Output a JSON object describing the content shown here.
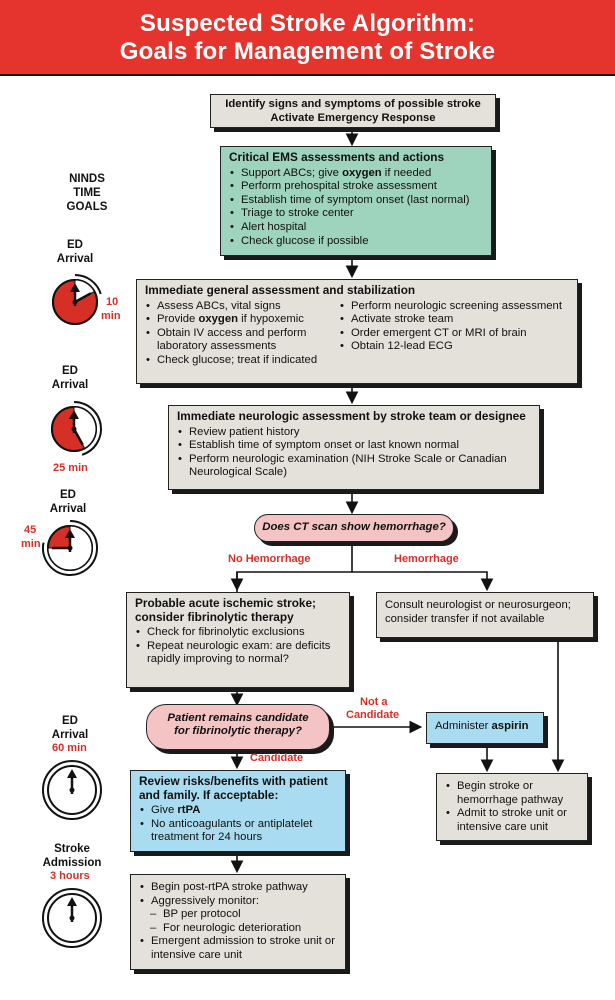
{
  "header": {
    "title_line1": "Suspected Stroke Algorithm:",
    "title_line2": "Goals for Management of Stroke"
  },
  "colors": {
    "header_red": "#e5342d",
    "label_red": "#d62f26",
    "box_gray": "#e4e1db",
    "box_green": "#9ed3bd",
    "box_blue": "#a9dcf0",
    "box_pink": "#f4c4c4"
  },
  "time_goals": {
    "heading_line1": "NINDS",
    "heading_line2": "TIME",
    "heading_line3": "GOALS",
    "c1": {
      "label1": "ED",
      "label2": "Arrival",
      "time1": "10",
      "time2": "min",
      "fill_fraction": 0.17
    },
    "c2": {
      "label1": "ED",
      "label2": "Arrival",
      "time": "25 min",
      "fill_fraction": 0.42
    },
    "c3": {
      "label1": "ED",
      "label2": "Arrival",
      "time1": "45",
      "time2": "min",
      "fill_fraction": 0.75
    },
    "c4": {
      "label1": "ED",
      "label2": "Arrival",
      "time": "60 min"
    },
    "c5": {
      "label1": "Stroke",
      "label2": "Admission",
      "time": "3 hours"
    }
  },
  "boxes": {
    "identify": {
      "line1": "Identify signs and symptoms of possible stroke",
      "line2": "Activate Emergency Response"
    },
    "ems": {
      "title": "Critical EMS assessments and actions",
      "items": {
        "i0_pre": "Support ABCs; give ",
        "i0_bold": "oxygen",
        "i0_post": " if needed",
        "i1": "Perform prehospital stroke assessment",
        "i2": "Establish time of symptom onset (last normal)",
        "i3": "Triage to stroke center",
        "i4": "Alert hospital",
        "i5": "Check glucose if possible"
      }
    },
    "general": {
      "title": "Immediate general assessment and stabilization",
      "left": {
        "l0": "Assess ABCs, vital signs",
        "l1_pre": "Provide ",
        "l1_bold": "oxygen",
        "l1_post": " if hypoxemic",
        "l2": "Obtain IV access and perform laboratory assessments",
        "l3": "Check glucose; treat if indicated"
      },
      "right": {
        "r0": "Perform neurologic screening assessment",
        "r1": "Activate stroke team",
        "r2": "Order emergent CT or MRI of brain",
        "r3": "Obtain 12-lead ECG"
      }
    },
    "neuro": {
      "title": "Immediate neurologic assessment by stroke team or designee",
      "n0": "Review patient history",
      "n1": "Establish time of symptom onset or last known normal",
      "n2": "Perform neurologic examination (NIH Stroke Scale or Canadian Neurological Scale)"
    },
    "ischemic": {
      "title": "Probable acute ischemic stroke; consider fibrinolytic therapy",
      "s0": "Check for fibrinolytic exclusions",
      "s1": "Repeat neurologic exam: are deficits rapidly improving to normal?"
    },
    "consult": {
      "text": "Consult neurologist or neurosurgeon; consider transfer if not available"
    },
    "aspirin": {
      "pre": "Administer ",
      "bold": "aspirin"
    },
    "review": {
      "title": "Review risks/benefits with patient and family. If acceptable:",
      "g0_pre": "Give ",
      "g0_bold": "rtPA",
      "g1": "No anticoagulants or antiplatelet treatment for 24 hours"
    },
    "pathway": {
      "p0": "Begin stroke or hemorrhage pathway",
      "p1": "Admit to stroke unit or intensive care unit"
    },
    "postrtpa": {
      "q0": "Begin post-rtPA stroke pathway",
      "q1": "Aggressively monitor:",
      "q2": "BP per protocol",
      "q3": "For neurologic deterioration",
      "q4": "Emergent admission to stroke unit or intensive care unit"
    }
  },
  "decisions": {
    "ct": "Does CT scan show hemorrhage?",
    "candidate": {
      "line1": "Patient remains candidate",
      "line2": "for fibrinolytic therapy?"
    }
  },
  "branch_labels": {
    "no_hemorrhage": "No Hemorrhage",
    "hemorrhage": "Hemorrhage",
    "not_a": "Not a",
    "candidate_word_a": "Candidate",
    "candidate_yes": "Candidate"
  }
}
